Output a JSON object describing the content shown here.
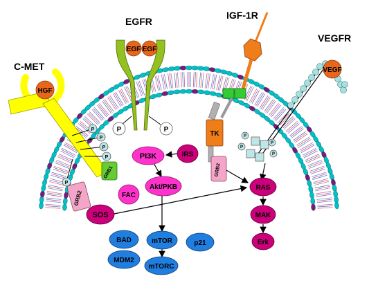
{
  "receptors": {
    "cmet": {
      "label": "C-MET",
      "ligand": "HGF"
    },
    "egfr": {
      "label": "EGFR",
      "ligand_left": "EGF",
      "ligand_right": "EGF"
    },
    "igf1r": {
      "label": "IGF-1R",
      "kinase": "TK"
    },
    "vegfr": {
      "label": "VEGFR",
      "ligand": "VEGF"
    }
  },
  "phospho_label": "P",
  "adaptors": {
    "grb2_left": "GRB2",
    "grb1": "GRB1",
    "grb2_right": "GRB2",
    "sos": "SOS",
    "irs": "IRS",
    "fac": "FAC"
  },
  "pathway": {
    "pi3k": "PI3K",
    "akt": "Akt/PKB",
    "mtor": "mTOR",
    "mtorc": "mTORC",
    "bad": "BAD",
    "mdm2": "MDM2",
    "p21": "p21",
    "ras": "RAS",
    "mak": "MAK",
    "erk": "Erk"
  },
  "colors": {
    "membrane_head": "#00c0c8",
    "membrane_head_dark": "#7a1a7a",
    "cmet": "#ffff00",
    "ligand": "#e8661a",
    "egfr": "#94c11f",
    "igf1r": "#ee7d1a",
    "igf1r_box": "#33cc33",
    "vegfr_bead": "#a8e0e0",
    "pink": "#ff33cc",
    "pink_light": "#f4a6c8",
    "magenta": "#cc007a",
    "blue": "#1f7ee0",
    "grb1": "#66cc33"
  }
}
